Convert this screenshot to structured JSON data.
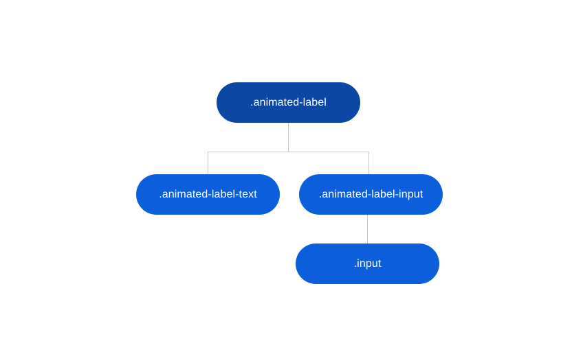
{
  "colors": {
    "background": "#ffffff",
    "root_node": "#0b47a3",
    "child_node": "#0d5edb",
    "connector": "#c8c8c8"
  },
  "diagram": {
    "type": "tree",
    "nodes": [
      {
        "id": "root",
        "label": ".animated-label",
        "parent": null
      },
      {
        "id": "text",
        "label": ".animated-label-text",
        "parent": "root"
      },
      {
        "id": "input-wrap",
        "label": ".animated-label-input",
        "parent": "root"
      },
      {
        "id": "input",
        "label": ".input",
        "parent": "input-wrap"
      }
    ],
    "edges": [
      {
        "from": "root",
        "to": "text"
      },
      {
        "from": "root",
        "to": "input-wrap"
      },
      {
        "from": "input-wrap",
        "to": "input"
      }
    ]
  }
}
